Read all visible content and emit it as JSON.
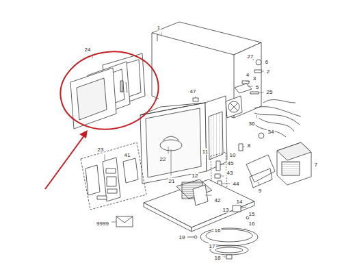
{
  "diagram": {
    "labels": [
      "1",
      "27",
      "6",
      "2",
      "3",
      "25",
      "47",
      "5",
      "4",
      "36",
      "24",
      "34",
      "8",
      "11",
      "10",
      "22",
      "7",
      "23",
      "41",
      "45",
      "43",
      "44",
      "9",
      "21",
      "12",
      "42",
      "13",
      "14",
      "15",
      "16",
      "9999",
      "19",
      "16",
      "17",
      "18"
    ]
  }
}
